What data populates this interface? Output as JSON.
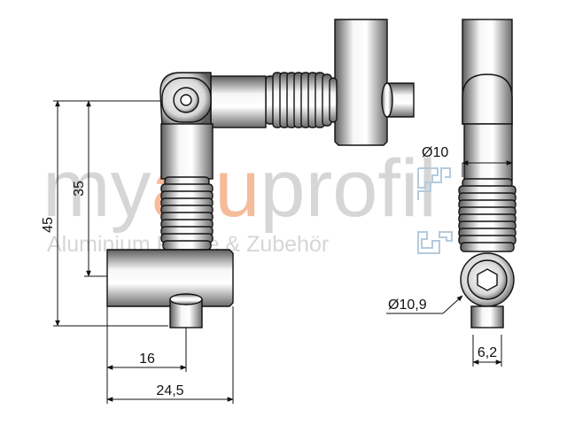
{
  "watermark": {
    "brand_prefix": "my",
    "brand_accent": "alu",
    "brand_suffix": "profil",
    "tagline": "Aluminium Profile & Zubehör",
    "colors": {
      "grey": "#cfcfcf",
      "accent": "#f4b08a",
      "logo": "#a9c1d6"
    }
  },
  "dimensions": {
    "height_total": "45",
    "height_inner": "35",
    "width_short": "16",
    "width_total": "24,5",
    "diameter_body": "Ø10",
    "diameter_head": "Ø10,9",
    "width_side": "6,2"
  },
  "colors": {
    "line": "#111111",
    "metal_light": "#f4f4f4",
    "metal_dark": "#6a6a6a"
  },
  "icons": [
    "profile-logo-icon"
  ]
}
